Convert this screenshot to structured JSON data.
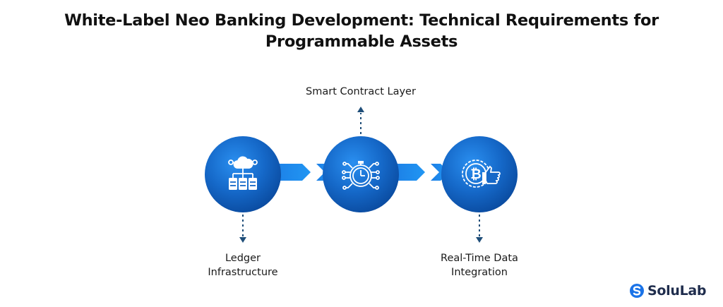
{
  "title": {
    "line1": "White-Label Neo Banking Development: Technical Requirements for",
    "line2": "Programmable Assets"
  },
  "steps": [
    {
      "label_lines": [
        "Ledger",
        "Infrastructure"
      ],
      "icon": "ledger-network-icon"
    },
    {
      "label_lines": [
        "Smart Contract Layer"
      ],
      "icon": "stopwatch-circuit-icon"
    },
    {
      "label_lines": [
        "Real-Time Data",
        "Integration"
      ],
      "icon": "bitcoin-thumbs-up-icon"
    }
  ],
  "brand": {
    "name": "SoluLab",
    "icon": "solulab-logo-icon"
  },
  "colors": {
    "circle_dark": "#0a4fa8",
    "circle_light": "#1e7fe0",
    "arrow": "#1a8cf0",
    "connector": "#1f4e79",
    "title": "#111111"
  }
}
